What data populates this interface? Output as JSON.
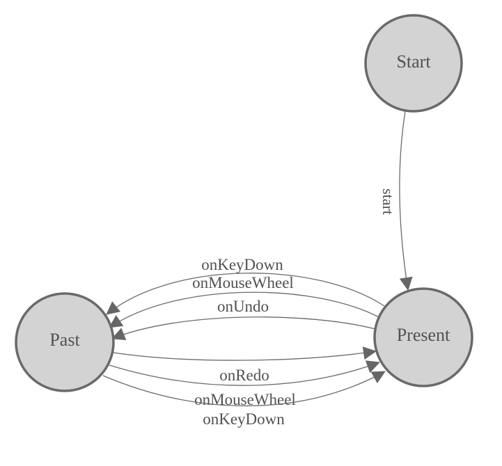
{
  "diagram": {
    "type": "state-machine",
    "nodes": [
      {
        "id": "start",
        "label": "Start"
      },
      {
        "id": "past",
        "label": "Past"
      },
      {
        "id": "present",
        "label": "Present"
      }
    ],
    "edges": [
      {
        "from": "start",
        "to": "present",
        "label": "start"
      },
      {
        "from": "present",
        "to": "past",
        "label": "onKeyDown"
      },
      {
        "from": "present",
        "to": "past",
        "label": "onMouseWheel"
      },
      {
        "from": "present",
        "to": "past",
        "label": "onUndo"
      },
      {
        "from": "past",
        "to": "present",
        "label": "onRedo"
      },
      {
        "from": "past",
        "to": "present",
        "label": "onMouseWheel"
      },
      {
        "from": "past",
        "to": "present",
        "label": "onKeyDown"
      }
    ]
  },
  "colors": {
    "node_fill": "#d3d3d3",
    "node_stroke": "#696969",
    "edge_color": "#6b6b6b",
    "arrow_color": "#666666",
    "text_color": "#515151",
    "background": "#ffffff"
  }
}
